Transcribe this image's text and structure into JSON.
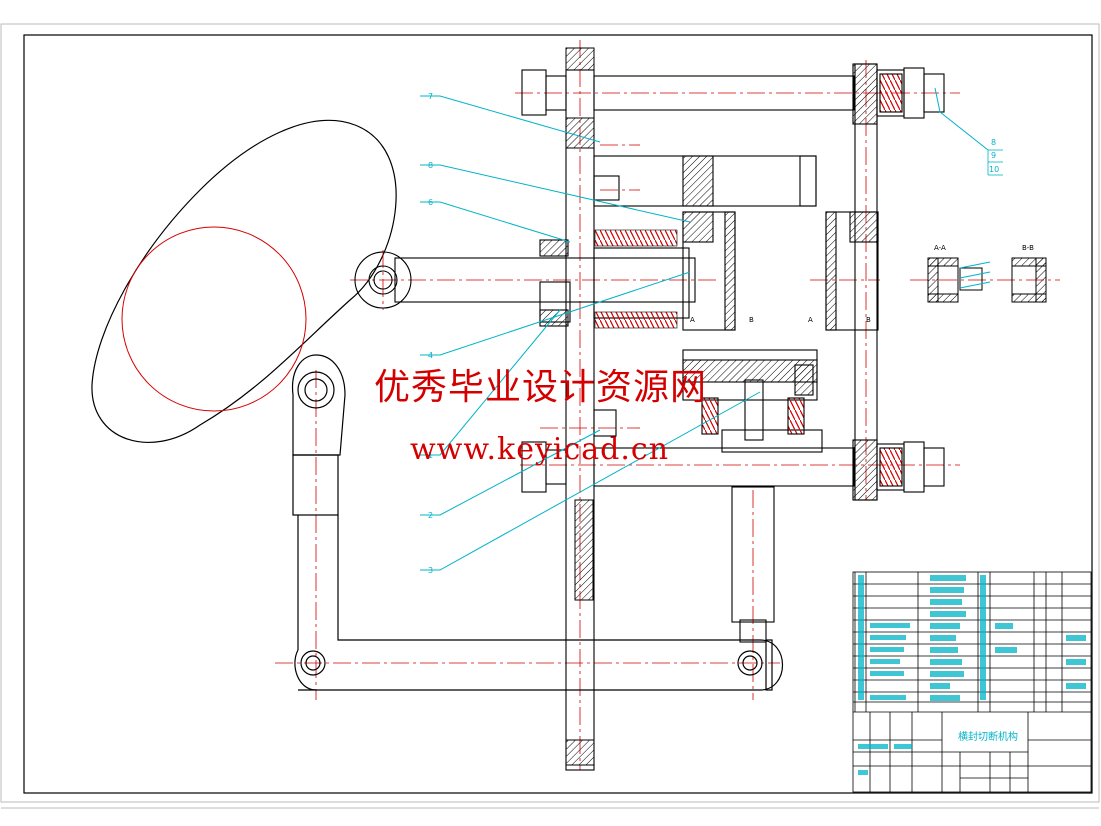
{
  "watermark": {
    "line1": "优秀毕业设计资源网",
    "line2": "www.keyicad.cn"
  },
  "balloons": [
    "7",
    "8",
    "6",
    "4",
    "1",
    "2",
    "3",
    "8",
    "9",
    "10"
  ],
  "section_labels": [
    "A-A",
    "B-B",
    "A",
    "B",
    "A",
    "B"
  ],
  "title_block": {
    "drawing_title": "横封切断机构"
  },
  "colors": {
    "outline": "#000000",
    "centerline": "#d40000",
    "leader": "#00b4c8",
    "watermark": "#d40000",
    "table_text": "#00b4c8"
  }
}
